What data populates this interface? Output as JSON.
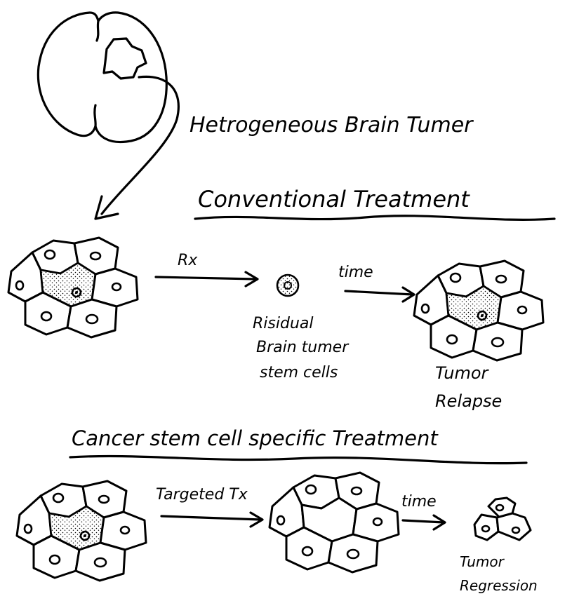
{
  "title": "Hetrogeneous Brain Tumer",
  "conventional": {
    "heading": "Conventional Treatment",
    "arrow1_label": "Rx",
    "arrow2_label": "time",
    "residual_label": [
      "Risidual",
      "Brain tumer",
      "stem cells"
    ],
    "relapse_label": [
      "Tumor",
      "Relapse"
    ]
  },
  "specific": {
    "heading": "Cancer stem cell specific Treatment",
    "arrow1_label": "Targeted Tx",
    "arrow2_label": "time",
    "regression_label": [
      "Tumor",
      "Regression"
    ]
  },
  "colors": {
    "ink": "#000000",
    "background": "#ffffff"
  }
}
